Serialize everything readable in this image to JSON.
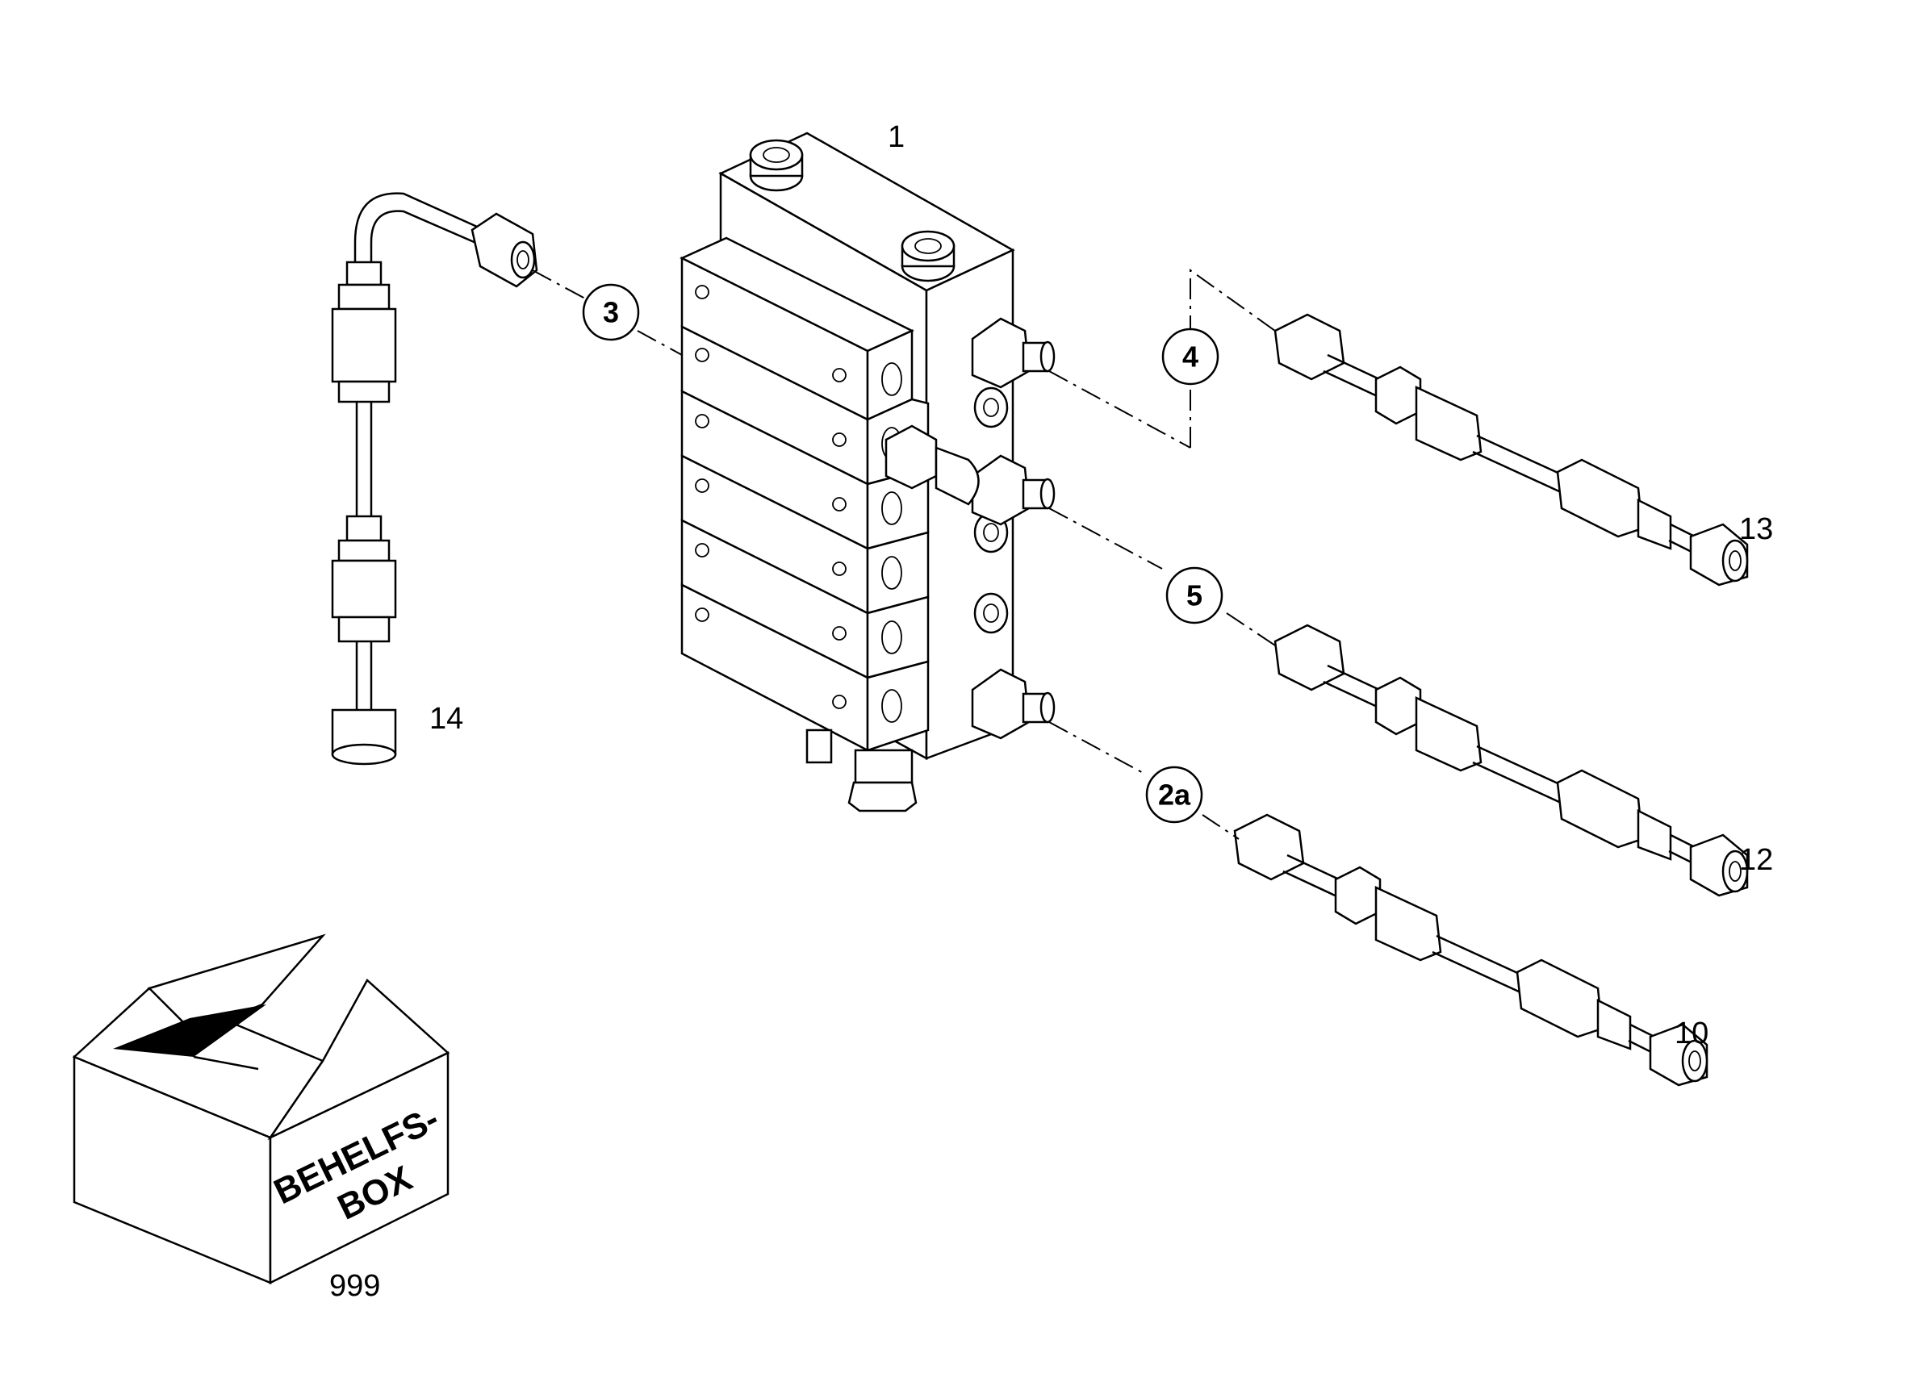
{
  "part_numbers": {
    "p1": "1",
    "p13": "13",
    "p12": "12",
    "p10": "10",
    "p14": "14",
    "p999": "999"
  },
  "callouts": {
    "c3": "3",
    "c4": "4",
    "c5": "5",
    "c2a": "2a"
  },
  "box_label": {
    "line1": "BEHELFS-",
    "line2": "BOX"
  },
  "colors": {
    "line": "#000000",
    "background": "#ffffff"
  }
}
